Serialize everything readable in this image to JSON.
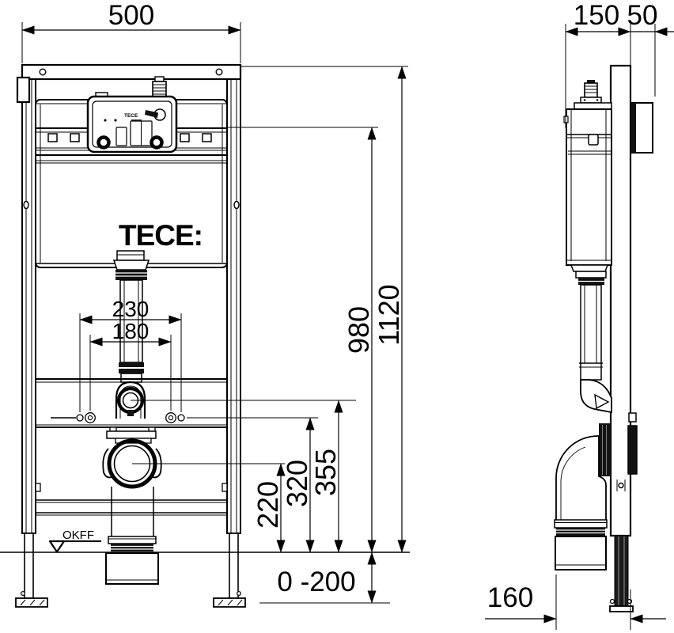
{
  "brand": {
    "logo": "TECE:",
    "unit_mark": "TECE"
  },
  "labels": {
    "floor": "OKFF"
  },
  "dimensions": {
    "width": "500",
    "depth": "150",
    "front_clearance": "50",
    "total_height": "1120",
    "upper_height": "980",
    "flush_bend_height": "355",
    "fixing_height": "320",
    "outlet_height": "220",
    "fixing_spacing_outer": "230",
    "fixing_spacing_inner": "180",
    "height_adjustment": "0 -200",
    "outlet_depth": "160"
  }
}
